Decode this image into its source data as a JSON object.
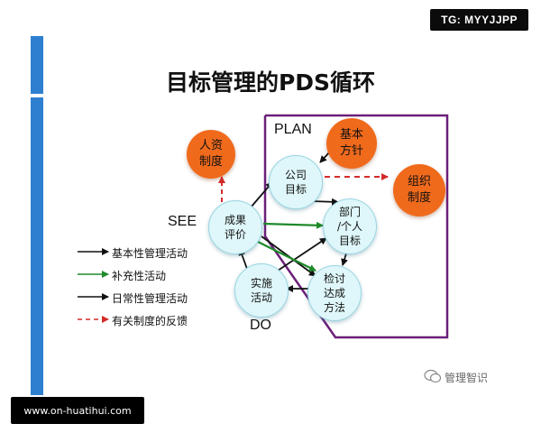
{
  "badge": "TG: MYYJJPP",
  "title": "目标管理的PDS循环",
  "labels": {
    "plan": "PLAN",
    "see": "SEE",
    "do": "DO"
  },
  "nodes": {
    "hr": "人资\n制度",
    "basic_policy": "基本\n方针",
    "org": "组织\n制度",
    "company_goal": "公司\n目标",
    "dept_goal": "部门\n/个人\n目标",
    "result_eval": "成果\n评价",
    "implement": "实施\n活动",
    "review": "检讨\n达成\n方法"
  },
  "legend": [
    {
      "label": "基本性管理活动",
      "style": "solid",
      "color": "#111111"
    },
    {
      "label": "补充性活动",
      "style": "solid",
      "color": "#1f8a2a"
    },
    {
      "label": "日常性管理活动",
      "style": "solid",
      "color": "#111111"
    },
    {
      "label": "有关制度的反馈",
      "style": "dashed",
      "color": "#d42a2a"
    }
  ],
  "watermark": "管理智识",
  "url": "www.on-huatihui.com",
  "colors": {
    "accent_blue": "#2e7fd0",
    "plan_box": "#6b1f7a",
    "node_fill": "#dff7fa",
    "orange": "#f06a1c",
    "green_arrow": "#1f8a2a",
    "red_dashed": "#d42a2a"
  }
}
